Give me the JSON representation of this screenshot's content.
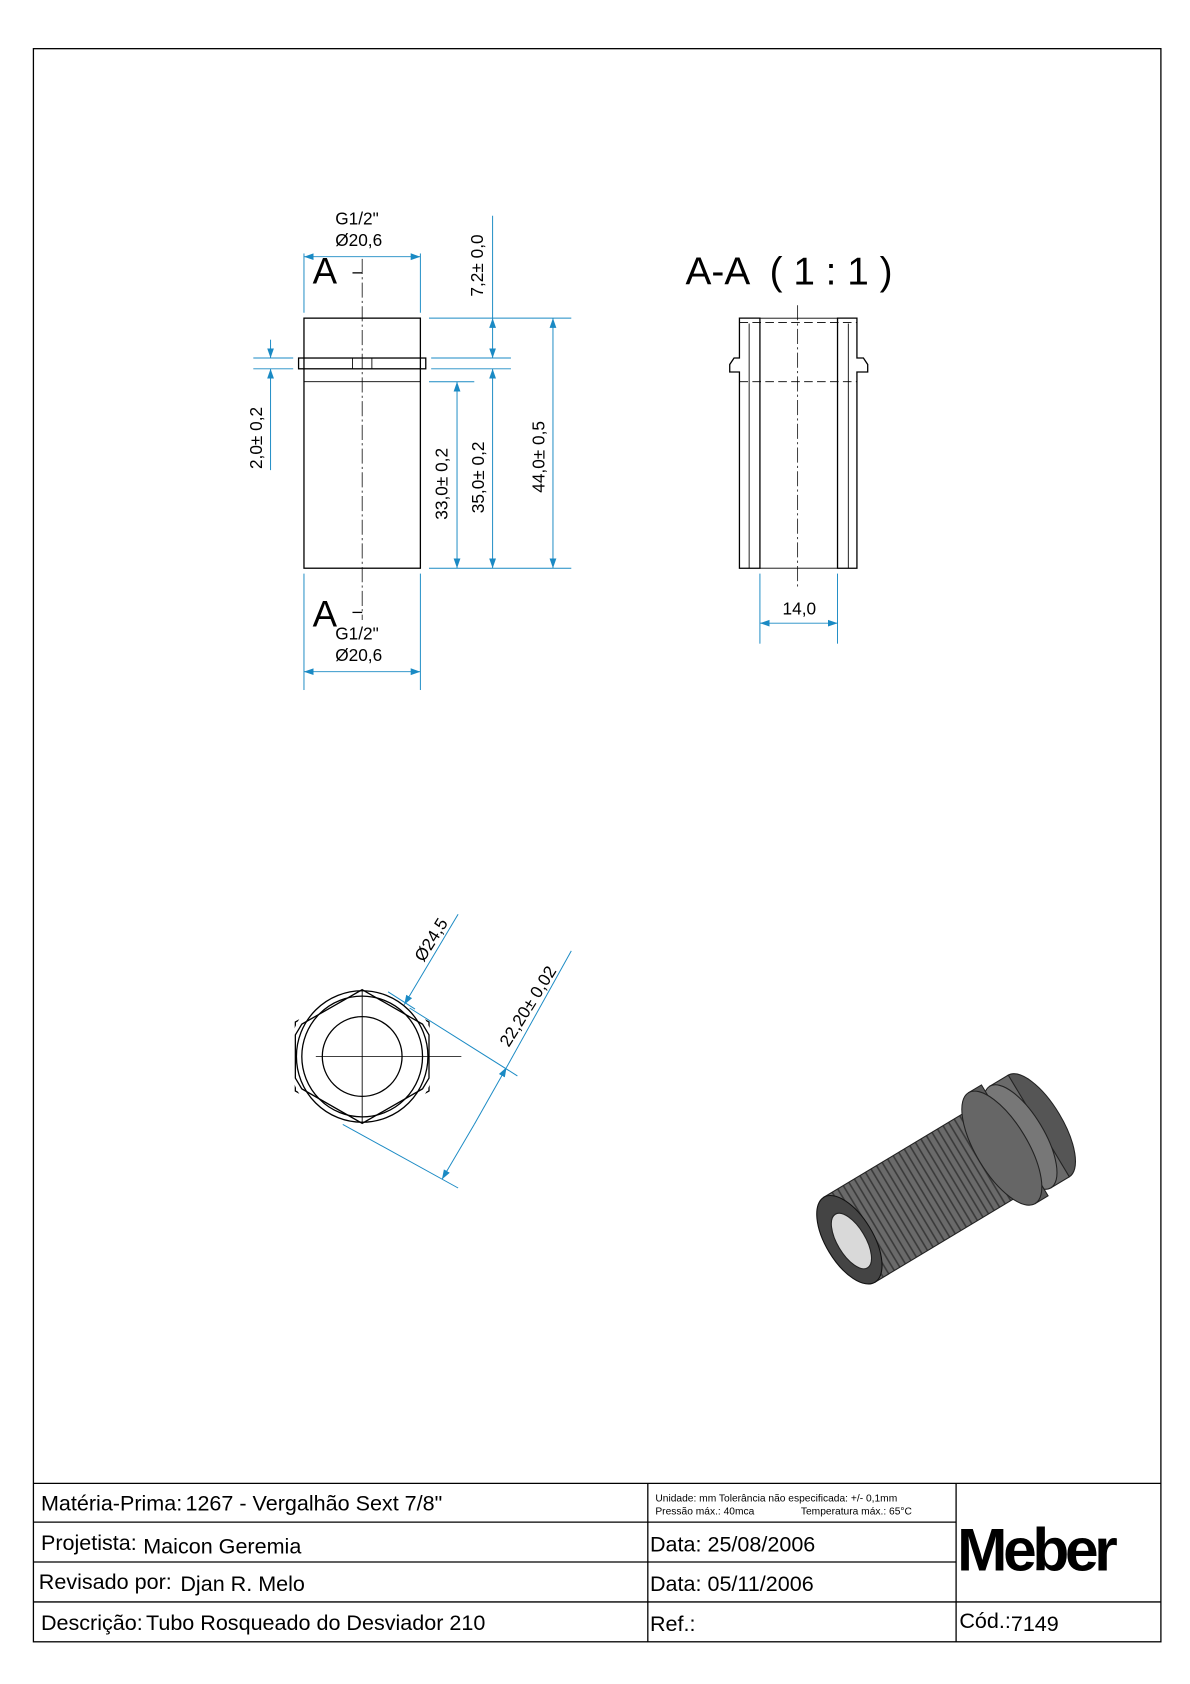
{
  "drawing": {
    "front_view": {
      "section_mark": "A",
      "top_thread": "G1/2\"",
      "top_diameter": "Ø20,6",
      "bottom_thread": "G1/2\"",
      "bottom_diameter": "Ø20,6",
      "dim_top": "7,2± 0,0",
      "dim_flange": "2,0± 0,2",
      "dim_33": "33,0± 0,2",
      "dim_35": "35,0± 0,2",
      "dim_44": "44,0± 0,5"
    },
    "section_view": {
      "title": "A-A  ( 1 : 1 )",
      "dim_bore": "14,0"
    },
    "top_view": {
      "dim_diameter": "Ø24,5",
      "dim_across_flats": "22,20± 0,02"
    },
    "colors": {
      "dimension": "#1a8ac4",
      "hatch": "#2e8b2e",
      "part": "#5a5a5a"
    }
  },
  "title_block": {
    "materia_label": "Matéria-Prima:",
    "materia_value": "1267 - Vergalhão Sext 7/8\"",
    "projetista_label": "Projetista:",
    "projetista_value": "Maicon Geremia",
    "revisado_label": "Revisado por:",
    "revisado_value": "Djan R. Melo",
    "descricao_label": "Descrição:",
    "descricao_value": "Tubo Rosqueado do Desviador 210",
    "notes_line1": "Unidade: mm Tolerância não especificada: +/- 0,1mm",
    "notes_line2a": "Pressão máx.: 40mca",
    "notes_line2b": "Temperatura máx.: 65°C",
    "data1": "Data: 25/08/2006",
    "data2": "Data: 05/11/2006",
    "ref_label": "Ref.:",
    "logo": "Meber",
    "cod_label": "Cód.:",
    "cod_value": "7149"
  }
}
